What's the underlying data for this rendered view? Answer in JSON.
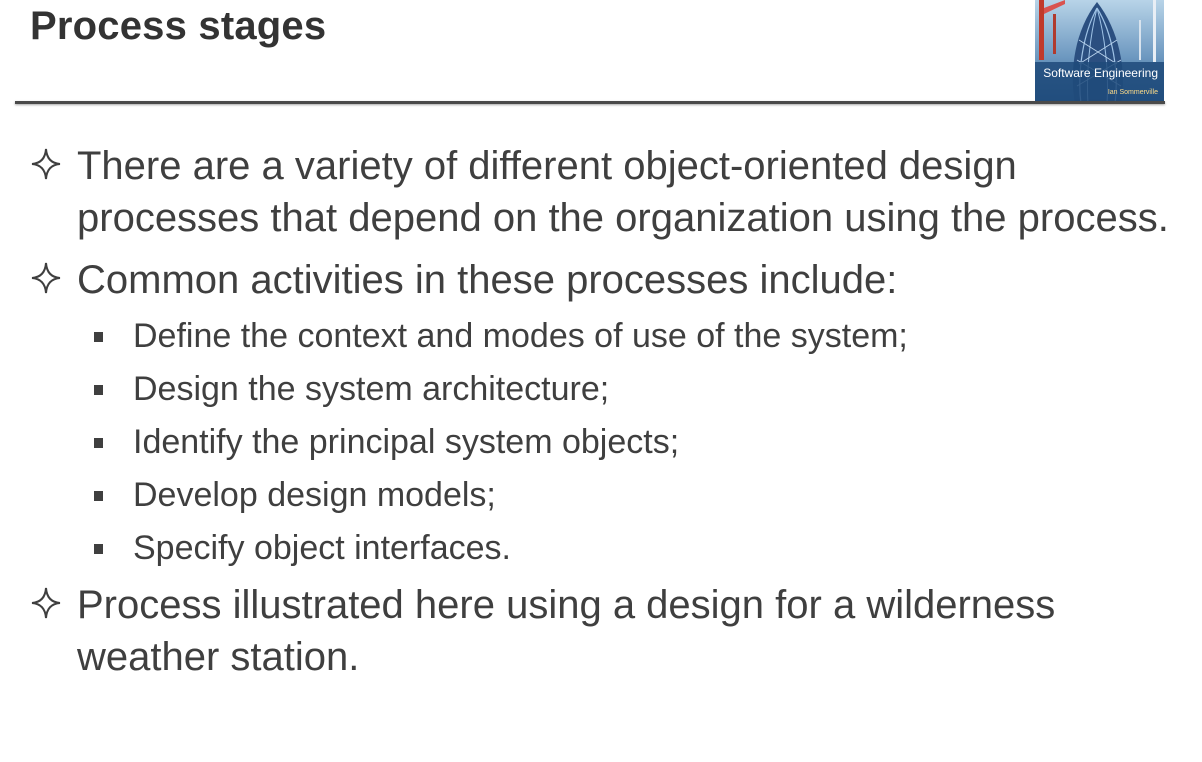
{
  "slide": {
    "title": "Process stages",
    "book": {
      "title": "Software Engineering",
      "author": "Ian Sommerville"
    },
    "bullets": [
      {
        "icon": "four-point-star-icon",
        "text": "There are a variety of different object-oriented design processes that depend on the organization using the process."
      },
      {
        "icon": "four-point-star-icon",
        "text": "Common activities in these processes include:",
        "sub": [
          "Define the context and modes of use of the system;",
          "Design the system architecture;",
          "Identify the principal system objects;",
          "Develop design models;",
          "Specify object interfaces."
        ]
      },
      {
        "icon": "four-point-star-icon",
        "text": "Process illustrated here using a design for a wilderness weather station."
      }
    ],
    "colors": {
      "text": "#3f3f3f",
      "title": "#333333",
      "rule": "#4a4a4a"
    }
  }
}
